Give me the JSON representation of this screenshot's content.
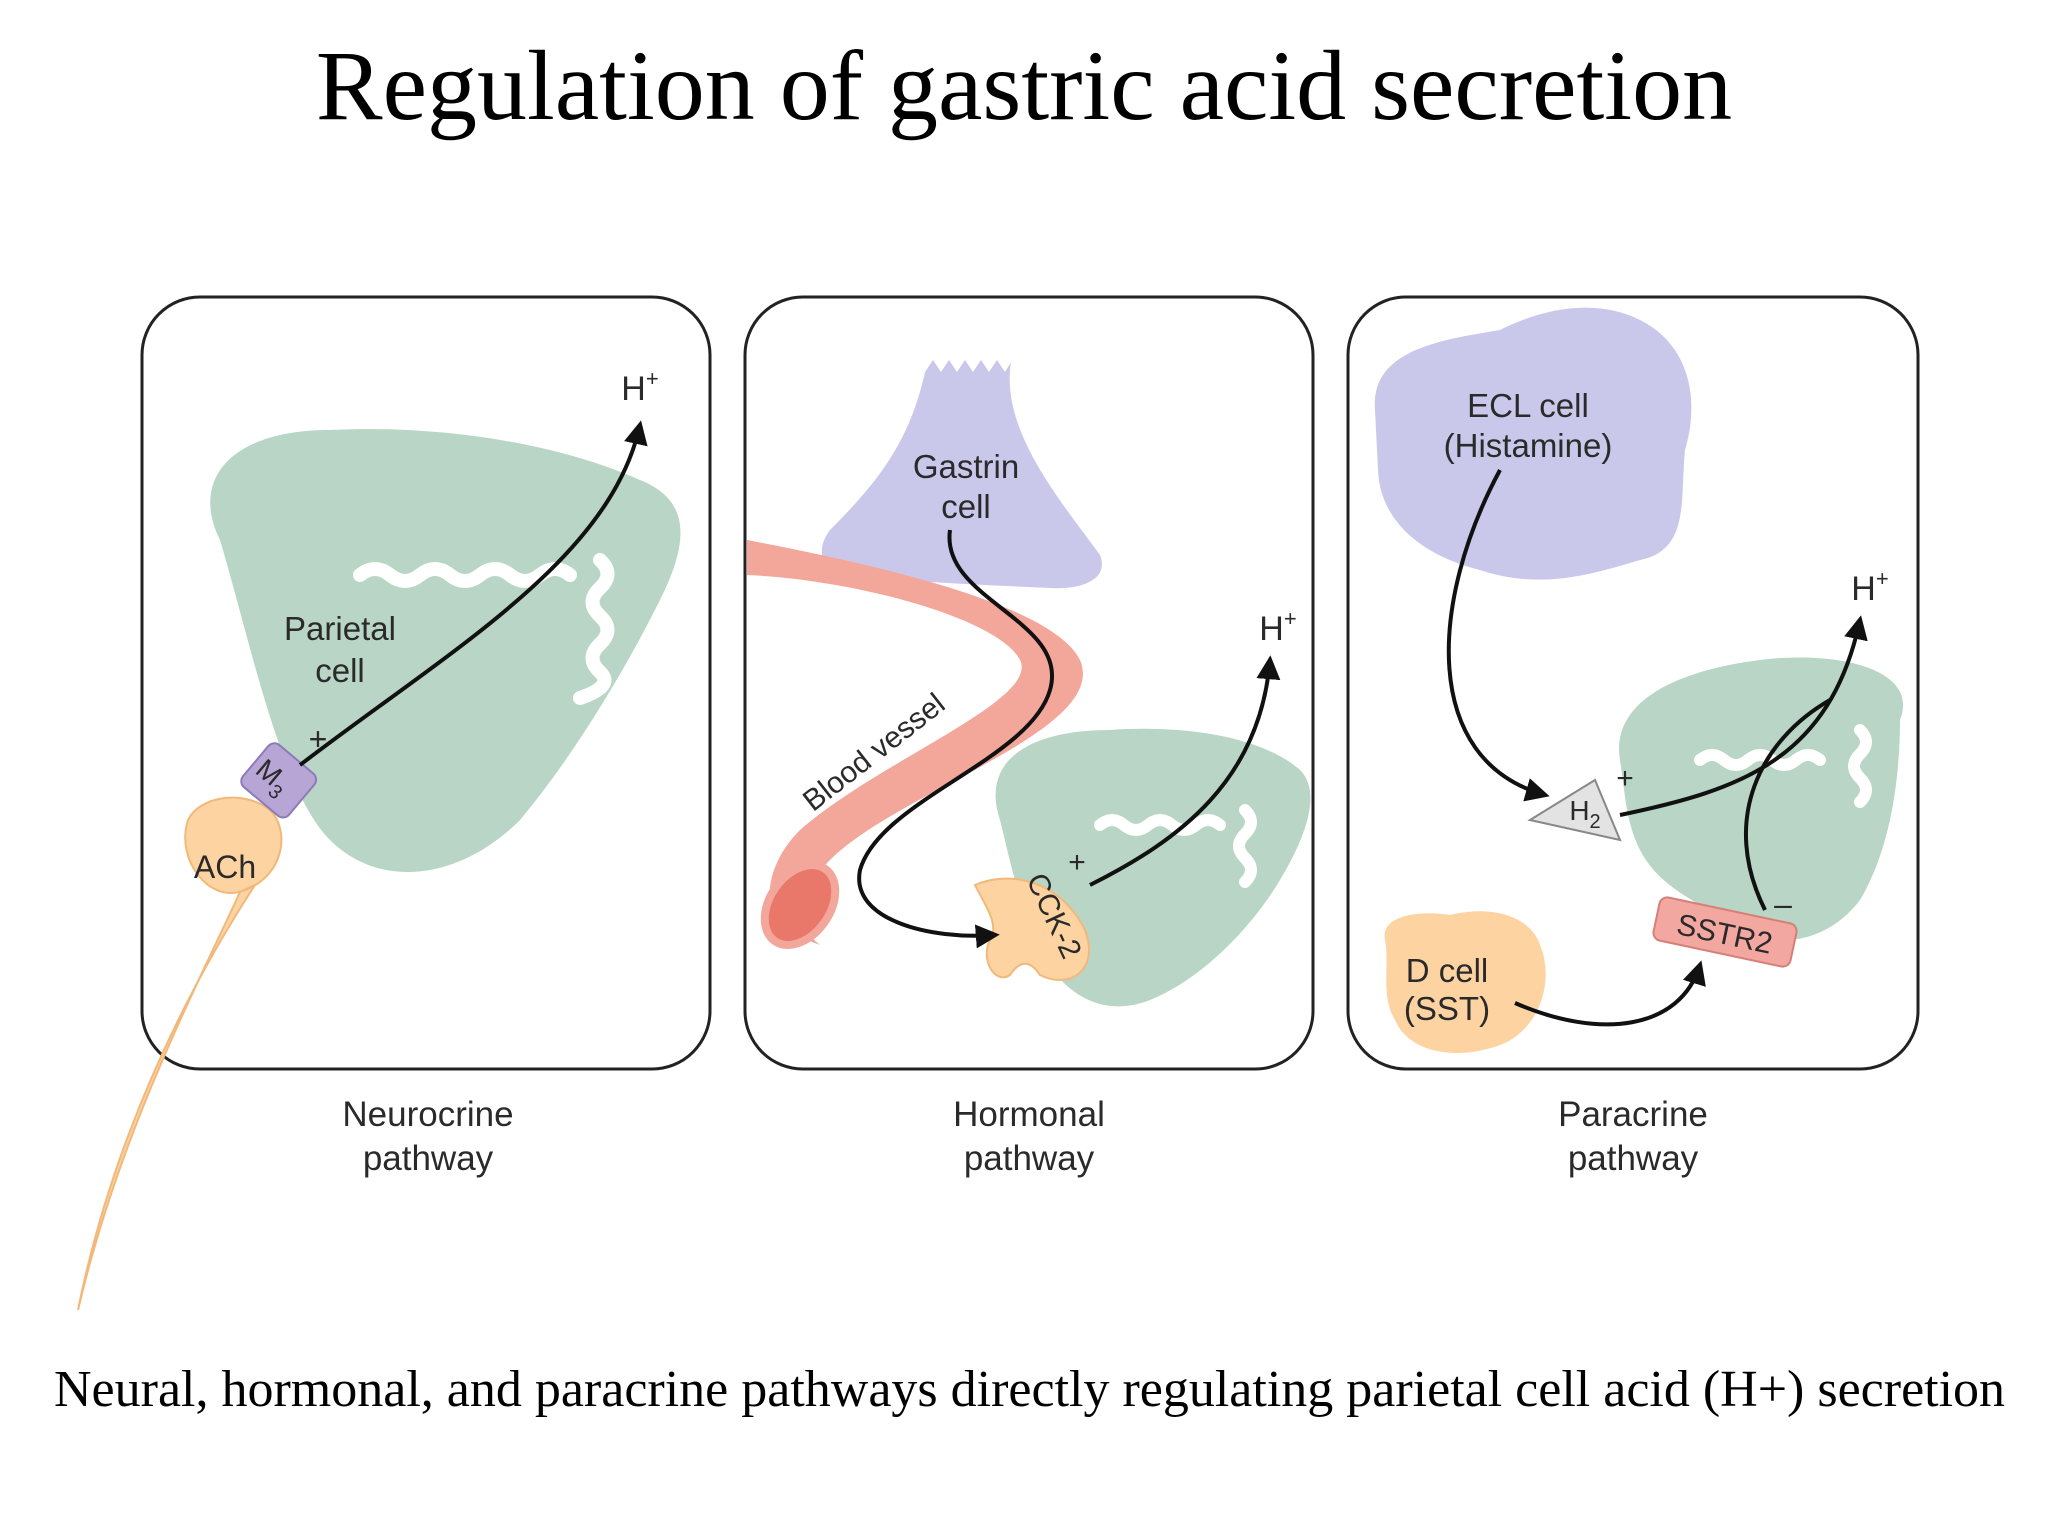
{
  "title": "Regulation of gastric acid secretion",
  "caption": "Neural, hormonal, and paracrine pathways directly regulating parietal cell acid (H+) secretion",
  "colors": {
    "parietal_cell": "#b9d5c6",
    "cell_purple": "#c9c8ea",
    "m3_receptor": "#b7a5d6",
    "neuron_orange": "#fdd3a2",
    "blood_vessel": "#f3a79b",
    "h2_receptor": "#e3e3e3",
    "sstr2_receptor": "#f2a7a0",
    "arrow": "#111111"
  },
  "panels": [
    {
      "pathway_label_line1": "Neurocrine",
      "pathway_label_line2": "pathway",
      "cell_label_line1": "Parietal",
      "cell_label_line2": "cell",
      "receptor": "M",
      "receptor_sub": "3",
      "ligand": "ACh",
      "effect_sign": "+",
      "product": "H",
      "product_sup": "+"
    },
    {
      "pathway_label_line1": "Hormonal",
      "pathway_label_line2": "pathway",
      "source_cell_line1": "Gastrin",
      "source_cell_line2": "cell",
      "vessel_label": "Blood vessel",
      "receptor": "CCK-2",
      "effect_sign": "+",
      "product": "H",
      "product_sup": "+"
    },
    {
      "pathway_label_line1": "Paracrine",
      "pathway_label_line2": "pathway",
      "ecl_line1": "ECL cell",
      "ecl_line2": "(Histamine)",
      "d_cell_line1": "D cell",
      "d_cell_line2": "(SST)",
      "receptor_stim": "H",
      "receptor_stim_sub": "2",
      "receptor_inhib": "SSTR2",
      "stim_sign": "+",
      "inhib_sign": "–",
      "product": "H",
      "product_sup": "+"
    }
  ]
}
